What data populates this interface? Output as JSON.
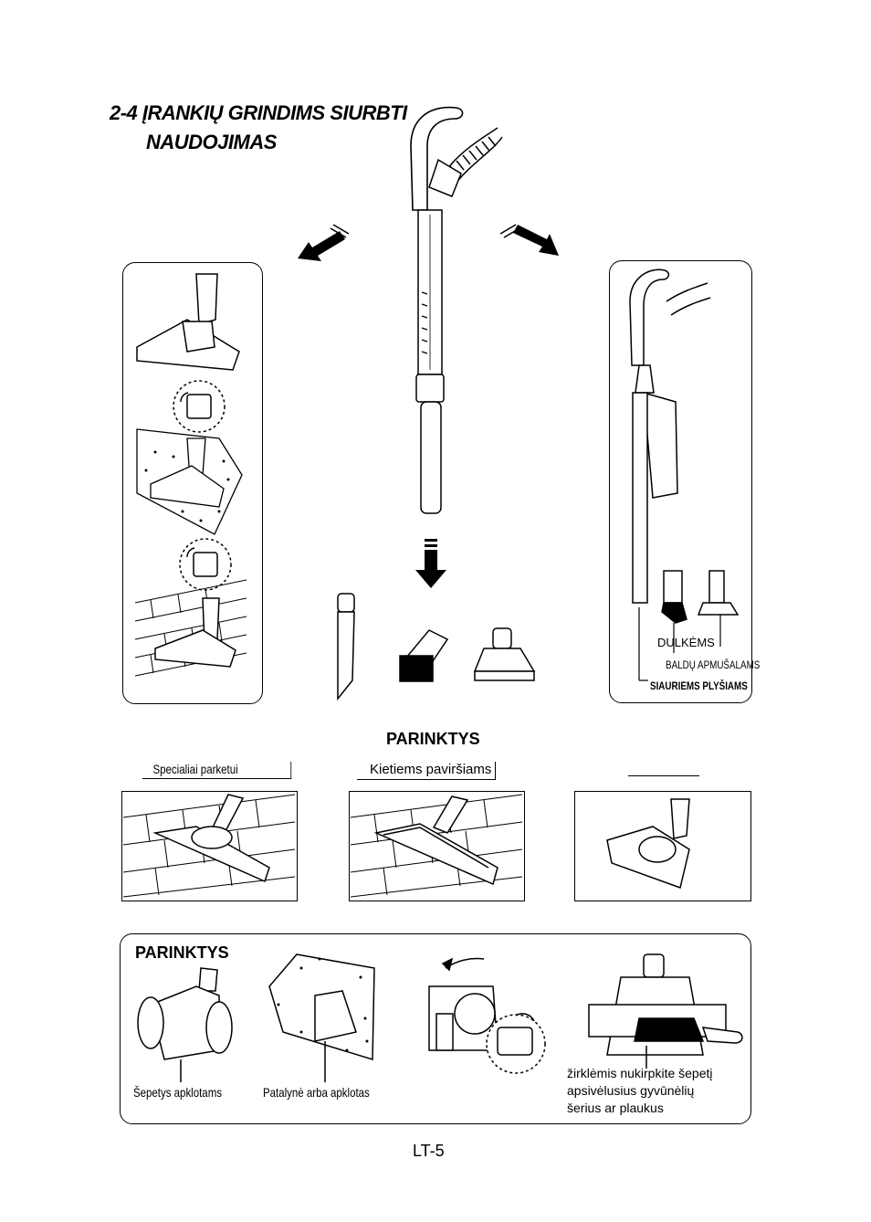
{
  "section": {
    "title_line1": "2-4 ĮRANKIŲ GRINDIMS SIURBTI",
    "title_line2": "NAUDOJIMAS"
  },
  "right_panel": {
    "labels": {
      "dust": "DULKĖMS",
      "upholstery": "BALDŲ APMUŠALAMS",
      "crevice": "SIAURIEMS PLYŠIAMS"
    }
  },
  "options": {
    "heading": "PARINKTYS",
    "parquet_label": "Specialiai parketui",
    "hard_floor_label": "Kietiems paviršiams"
  },
  "bottom_panel": {
    "heading": "PARINKTYS",
    "caption_brush": "Šepetys apklotams",
    "caption_bedding": "Patalynė arba apklotas",
    "caption_clean_line1": "žirklėmis nukirpkite šepetį",
    "caption_clean_line2": "apsivėlusius gyvūnėlių",
    "caption_clean_line3": "šerius ar plaukus"
  },
  "page": {
    "number": "LT-5"
  },
  "icons": [
    "arrow-down-left-icon",
    "arrow-down-right-icon",
    "arrow-down-icon",
    "rotate-arrow-icon"
  ]
}
